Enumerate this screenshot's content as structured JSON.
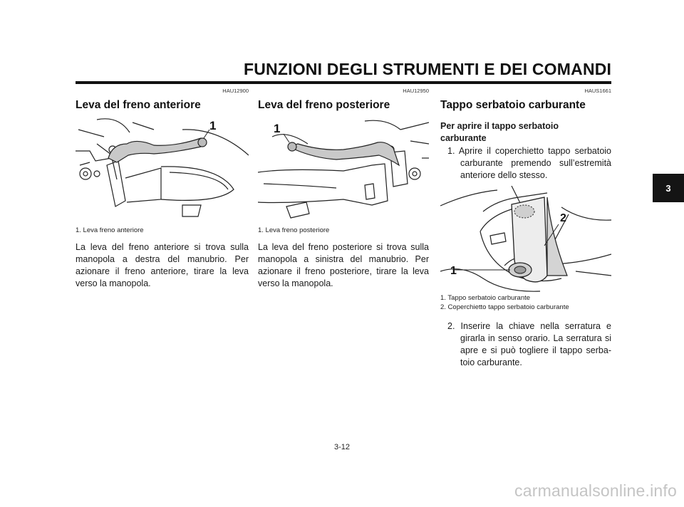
{
  "header": {
    "title": "FUNZIONI DEGLI STRUMENTI E DEI COMANDI"
  },
  "chapter_tab": "3",
  "columns": [
    {
      "code": "HAU12900",
      "title": "Leva del freno anteriore",
      "figure_callout": "1",
      "caption": "1. Leva freno anteriore",
      "body": "La leva del freno anteriore si trova sulla manopola a destra del manubrio. Per azionare il freno anteriore, tirare la leva verso la manopola."
    },
    {
      "code": "HAU12950",
      "title": "Leva del freno posteriore",
      "figure_callout": "1",
      "caption": "1. Leva freno posteriore",
      "body": "La leva del freno posteriore si trova sulla manopola a sinistra del manubrio. Per azionare il freno posteriore, tirare la leva verso la manopola."
    },
    {
      "code": "HAUS1661",
      "title": "Tappo serbatoio carburante",
      "subhead": "Per aprire il tappo serbatoio carburante",
      "steps": [
        "1. Aprire il coperchietto tappo serbatoio carburante premendo sull’estremità anteriore dello stesso.",
        "2. Inserire la chiave nella serratura e girarla in senso orario. La serratura si apre e si può togliere il tappo serba­toio carburante."
      ],
      "figure_callouts": [
        "1",
        "2"
      ],
      "captions": [
        "1. Tappo serbatoio carburante",
        "2. Coperchietto tappo serbatoio carburante"
      ]
    }
  ],
  "page_number": "3-12",
  "watermark": "carmanualsonline.info"
}
